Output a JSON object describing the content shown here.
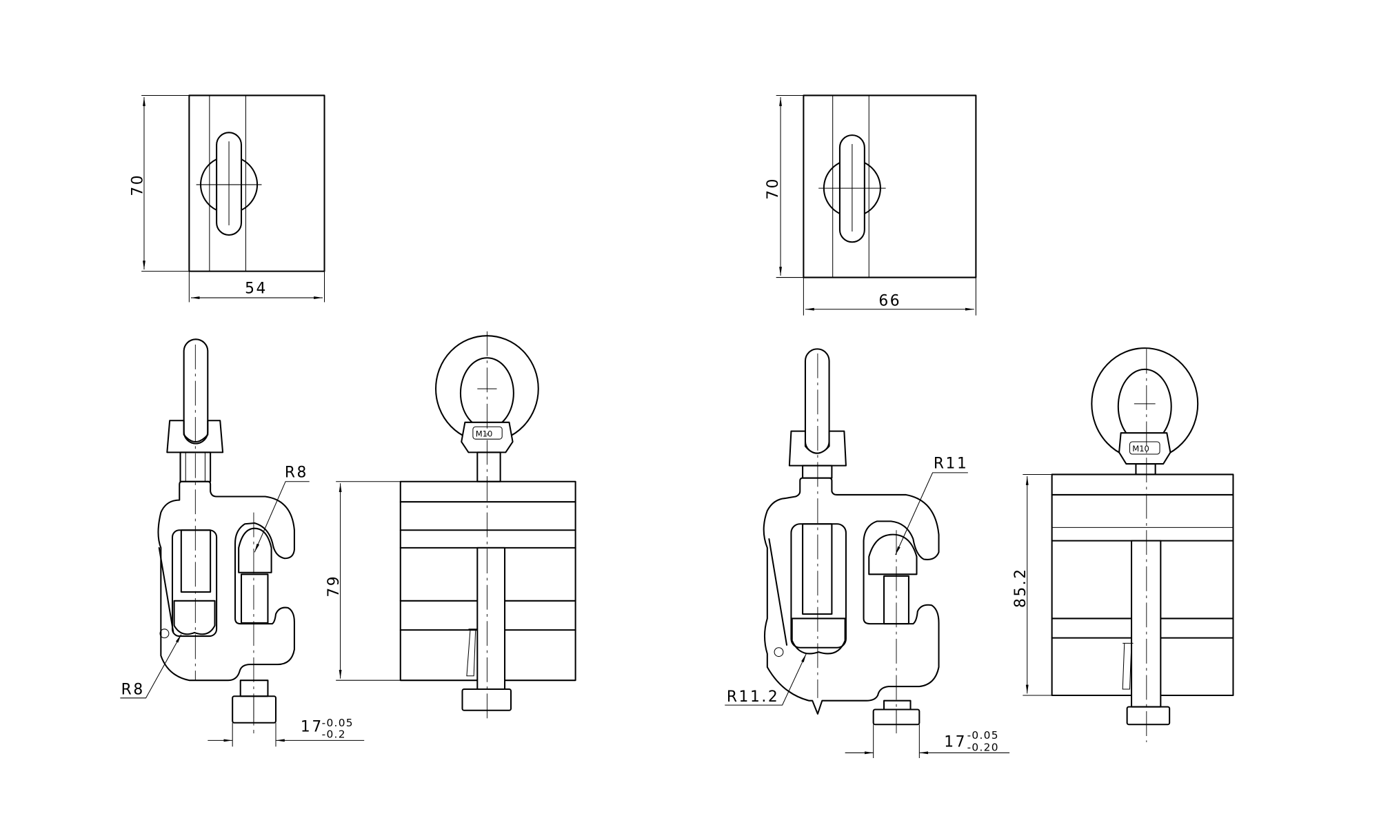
{
  "views": {
    "top_left": {
      "height_dim": "70",
      "width_dim": "54"
    },
    "top_right": {
      "height_dim": "70",
      "width_dim": "66"
    },
    "side_left": {
      "radius_top": "R8",
      "radius_bottom": "R8",
      "nut_dim": "17",
      "tol_upper": "-0.05",
      "tol_lower": "-0.2"
    },
    "front_left": {
      "thread_label": "M10",
      "height_dim": "79"
    },
    "side_right": {
      "radius_top": "R11",
      "radius_bottom": "R11.2",
      "nut_dim": "17",
      "tol_upper": "-0.05",
      "tol_lower": "-0.20"
    },
    "front_right": {
      "thread_label": "M10",
      "height_dim": "85.2"
    }
  },
  "colors": {
    "line": "#000000",
    "background": "#ffffff"
  }
}
